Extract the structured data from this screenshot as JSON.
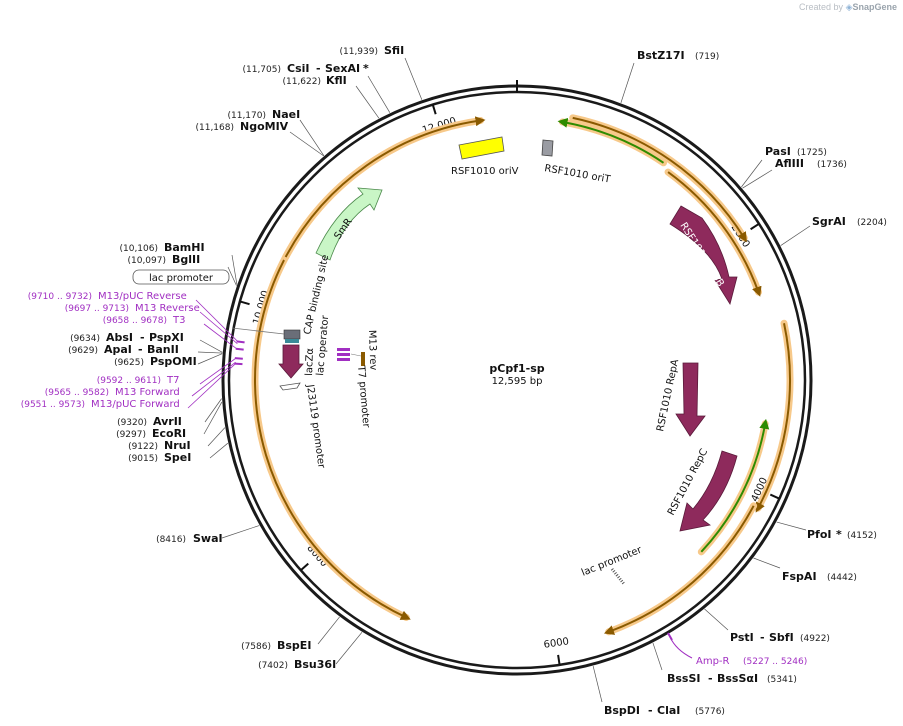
{
  "branding": {
    "prefix": "Created by",
    "logo": "SnapGene",
    "logo_icon": "snapgene-logo-icon"
  },
  "plasmid": {
    "name": "pCpf1-sp",
    "length": "12,595 bp"
  },
  "colors": {
    "backbone": "#1a1a1a",
    "feature_maroon": "#8e2a5c",
    "feature_green_light": "#c9f6c6",
    "feature_yellow": "#ffff00",
    "feature_gray": "#9a9ca3",
    "highlight_orange": "#f7c98a",
    "arc_brown": "#8a5a00",
    "arc_green": "#2e8b00",
    "primer_purple": "#a12fc2"
  },
  "ticks": [
    "2000",
    "4000",
    "6000",
    "8000",
    "10,000",
    "12,000"
  ],
  "enzymes": [
    {
      "pos": "(11,939)",
      "name": "SfiI"
    },
    {
      "pos": "(11,705)",
      "name": "CsiI",
      "name2": "SexAI",
      "mark": "*"
    },
    {
      "pos": "(11,622)",
      "name": "KflI"
    },
    {
      "pos": "(11,170)",
      "name": "NaeI"
    },
    {
      "pos": "(11,168)",
      "name": "NgoMIV"
    },
    {
      "pos": "(10,106)",
      "name": "BamHI"
    },
    {
      "pos": "(10,097)",
      "name": "BglII"
    },
    {
      "pos": "(9634)",
      "name": "AbsI",
      "name2": "PspXI"
    },
    {
      "pos": "(9629)",
      "name": "ApaI",
      "name2": "BanII"
    },
    {
      "pos": "(9625)",
      "name": "PspOMI"
    },
    {
      "pos": "(9320)",
      "name": "AvrII"
    },
    {
      "pos": "(9297)",
      "name": "EcoRI"
    },
    {
      "pos": "(9122)",
      "name": "NruI"
    },
    {
      "pos": "(9015)",
      "name": "SpeI"
    },
    {
      "pos": "(8416)",
      "name": "SwaI"
    },
    {
      "pos": "(7586)",
      "name": "BspEI"
    },
    {
      "pos": "(7402)",
      "name": "Bsu36I"
    },
    {
      "name": "BspDI",
      "name2": "ClaI",
      "pos": "(5776)"
    },
    {
      "name": "BssSI",
      "name2": "BssSαI",
      "pos": "(5341)"
    },
    {
      "name": "PstI",
      "name2": "SbfI",
      "pos": "(4922)"
    },
    {
      "name": "FspAI",
      "pos": "(4442)"
    },
    {
      "name": "PfoI",
      "mark": "*",
      "pos": "(4152)"
    },
    {
      "name": "SgrAI",
      "pos": "(2204)"
    },
    {
      "name": "PasI",
      "pos": "(1725)"
    },
    {
      "name": "AflIII",
      "pos": "(1736)"
    },
    {
      "name": "BstZ17I",
      "pos": "(719)"
    }
  ],
  "primers": [
    {
      "range": "(9710 .. 9732)",
      "name": "M13/pUC Reverse"
    },
    {
      "range": "(9697 .. 9713)",
      "name": "M13 Reverse"
    },
    {
      "range": "(9658 .. 9678)",
      "name": "T3"
    },
    {
      "range": "(9592 .. 9611)",
      "name": "T7"
    },
    {
      "range": "(9565 .. 9582)",
      "name": "M13 Forward"
    },
    {
      "range": "(9551 .. 9573)",
      "name": "M13/pUC Forward"
    },
    {
      "name": "Amp-R",
      "range": "(5227 .. 5246)"
    }
  ],
  "boxed_label": "lac promoter",
  "features": {
    "rsf1010_oriv": "RSF1010 oriV",
    "rsf1010_orit": "RSF1010 oriT",
    "repb": "RSF1010 RepB",
    "repa": "RSF1010 RepA",
    "repc": "RSF1010 RepC",
    "smr": "SmR",
    "lac_promoter": "lac promoter",
    "cap_site": "CAP binding site",
    "lac_operator": "lac operator",
    "lacz_alpha": "lacZα",
    "m13_rev": "M13 rev",
    "t7_promoter": "T7 promoter",
    "j23119_promoter": "J23119 promoter"
  }
}
